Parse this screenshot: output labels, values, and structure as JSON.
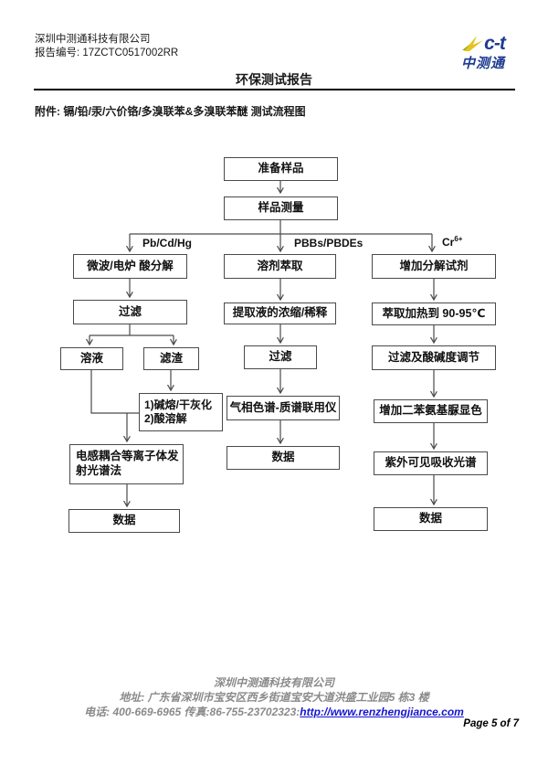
{
  "header": {
    "company": "深圳中测通科技有限公司",
    "report_no": "报告编号: 17ZCTC0517002RR",
    "title": "环保测试报告",
    "logo": {
      "mark": "c-t",
      "name": "中测通",
      "navy": "#1f3c92",
      "yellow": "#e6c31f",
      "green": "#8fa91c"
    }
  },
  "attachment_line": "附件: 镉/铅/汞/六价铬/多溴联苯&多溴联苯醚 测试流程图",
  "flowchart": {
    "branch_labels": {
      "left": "Pb/Cd/Hg",
      "middle": "PBBs/PBDEs",
      "right_base": "Cr",
      "right_sup": "6+"
    },
    "nodes": {
      "prepare": "准备样品",
      "measure": "样品测量",
      "acid_digestion": "微波/电炉 酸分解",
      "filter1": "过滤",
      "solution": "溶液",
      "residue": "滤渣",
      "fusion": "1)碱熔/干灰化\n2)酸溶解",
      "icp": "电感耦合等离子体发射光谱法",
      "data1": "数据",
      "solvent_extraction": "溶剂萃取",
      "concentration": "提取液的浓缩/稀释",
      "filter2": "过滤",
      "gcms": "气相色谱-质谱联用仪",
      "data2": "数据",
      "add_reagent": "增加分解试剂",
      "heating": "萃取加热到 90-95℃",
      "ph_adjust": "过滤及酸碱度调节",
      "color_dev": "增加二苯氨基脲显色",
      "uv_vis": "紫外可见吸收光谱",
      "data3": "数据"
    }
  },
  "footer": {
    "company": "深圳中测通科技有限公司",
    "address": "地址: 广东省深圳市宝安区西乡街道宝安大道洪盛工业园5 栋3 楼",
    "phone_fax": "电话: 400-669-6965 传真:86-755-23702323:",
    "url": "http://www.renzhengjiance.com",
    "page": "Page 5 of 7"
  }
}
